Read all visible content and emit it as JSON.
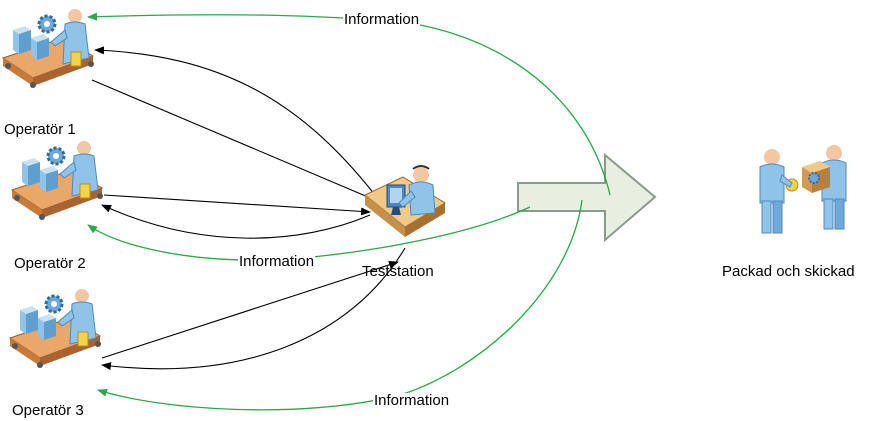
{
  "diagram": {
    "operators": [
      {
        "label": "Operatör 1"
      },
      {
        "label": "Operatör 2"
      },
      {
        "label": "Operatör 3"
      }
    ],
    "test_station": {
      "label": "Teststation"
    },
    "destination": {
      "label": "Packad och skickad"
    },
    "information_labels": [
      "Information",
      "Information",
      "Information"
    ],
    "colors": {
      "information_arrow": "#2aa84a",
      "flow_arrow": "#000000",
      "big_arrow_fill": "#e9efe0",
      "big_arrow_stroke": "#8c9a8c",
      "figure_body": "#8fc3e8",
      "figure_dark": "#4f88c0",
      "skin": "#f2c7a2",
      "belt": "#e9a86a"
    },
    "icons": [
      "assembly-line-icon",
      "tester-desk-icon",
      "delivery-people-icon"
    ]
  }
}
